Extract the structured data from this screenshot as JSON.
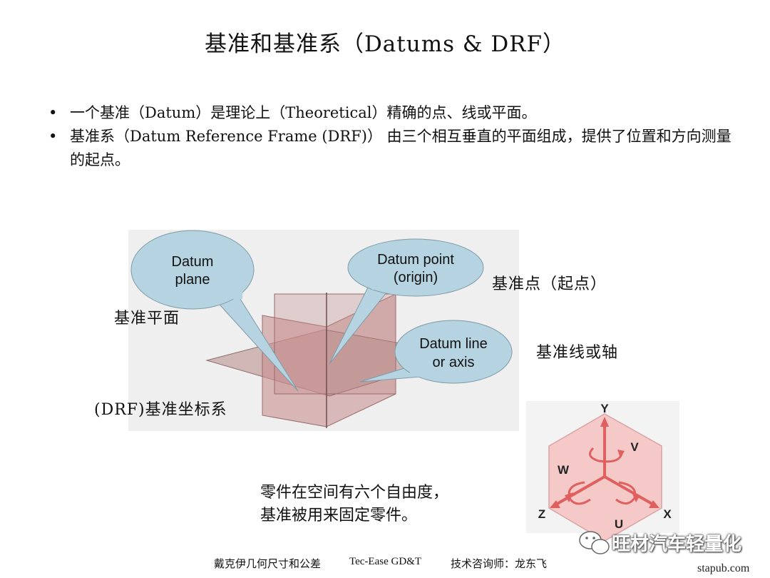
{
  "title": "基准和基准系（Datums & DRF）",
  "bullets": [
    "一个基准（Datum）是理论上（Theoretical）精确的点、线或平面。",
    "基准系（Datum Reference Frame (DRF)） 由三个相互垂直的平面组成，提供了位置和方向测量的起点。"
  ],
  "bullet_symbol": "•",
  "callouts": {
    "plane": [
      "Datum",
      "plane"
    ],
    "point": [
      "Datum point",
      "(origin)"
    ],
    "line": [
      "Datum line",
      "or axis"
    ]
  },
  "labels": {
    "datum_point": "基准点（起点）",
    "datum_plane": "基准平面",
    "datum_line": "基准线或轴",
    "drf": "(DRF)基准坐标系"
  },
  "axes": {
    "y": "Y",
    "x": "X",
    "z": "Z",
    "u": "U",
    "v": "V",
    "w": "W"
  },
  "note": [
    "零件在空间有六个自由度，",
    "基准被用来固定零件。"
  ],
  "footer": {
    "left": "戴克伊几何尺寸和公差",
    "middle": "Tec-Ease GD&T",
    "right": "技术咨询师：龙东飞"
  },
  "watermark": {
    "text": "旺材汽车轻量化",
    "site": "stapub.com"
  },
  "colors": {
    "plane_fill": "#c98f8f",
    "callout_fill": "#b5d3e0",
    "callout_stroke": "#7f9aa8",
    "hex_fill": "#f6c9c9",
    "axis_red": "#e06060"
  }
}
